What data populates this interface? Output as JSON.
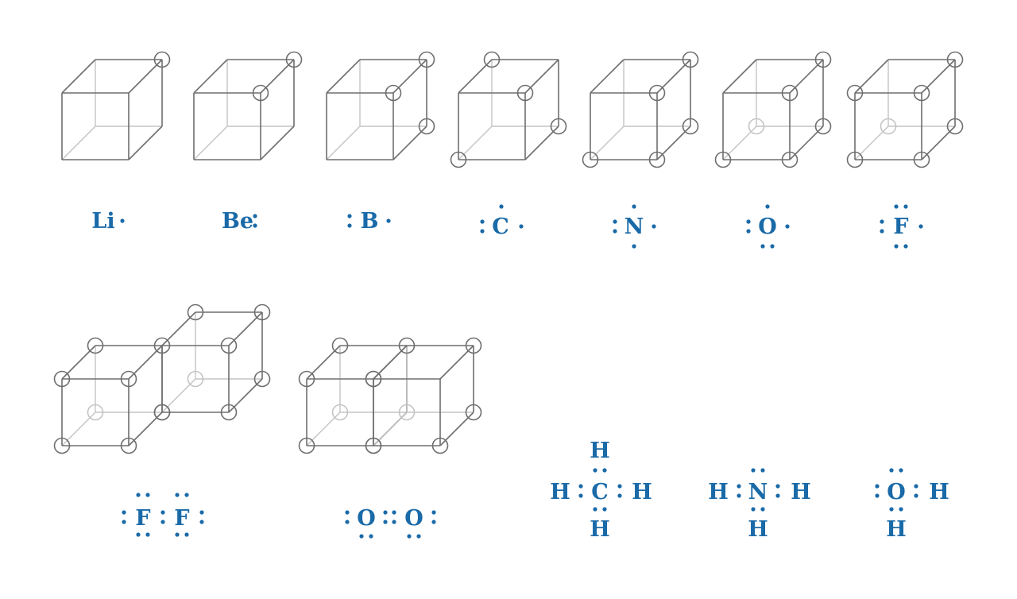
{
  "colors": {
    "accent": "#1a6aa8",
    "cube_front": "#6e6e6e",
    "cube_hidden": "#c4c4c4",
    "vertex": "#6e6e6e",
    "vertex_hidden": "#c4c4c4"
  },
  "atoms": [
    {
      "symbol": "Li",
      "valence_electrons": 1
    },
    {
      "symbol": "Be",
      "valence_electrons": 2
    },
    {
      "symbol": "B",
      "valence_electrons": 3
    },
    {
      "symbol": "C",
      "valence_electrons": 4
    },
    {
      "symbol": "N",
      "valence_electrons": 5
    },
    {
      "symbol": "O",
      "valence_electrons": 6
    },
    {
      "symbol": "F",
      "valence_electrons": 7
    }
  ],
  "molecules": [
    {
      "formula_atoms": [
        "F",
        "F"
      ],
      "bond": "single"
    },
    {
      "formula_atoms": [
        "O",
        "O"
      ],
      "bond": "double"
    }
  ],
  "structures": [
    {
      "center": "C",
      "left": "H",
      "right": "H",
      "top": "H",
      "bottom": "H"
    },
    {
      "center": "N",
      "left": "H",
      "right": "H",
      "bottom": "H"
    },
    {
      "center": "O",
      "right": "H",
      "bottom": "H"
    }
  ]
}
